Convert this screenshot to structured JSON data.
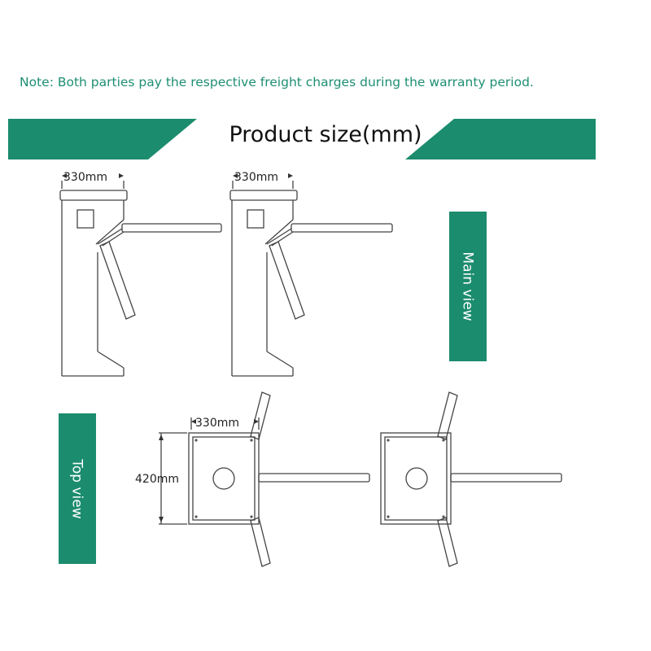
{
  "note": "Note: Both parties pay the respective freight charges during the warranty period.",
  "title": "Product size(mm)",
  "labels": {
    "main_view": "Main view",
    "top_view": "Top view"
  },
  "dimensions": {
    "main_width_left": "330mm",
    "main_width_right": "330mm",
    "top_width": "330mm",
    "top_depth": "420mm"
  },
  "colors": {
    "accent": "#1c8c6e",
    "note_text": "#1e8f73",
    "line": "#444444"
  }
}
